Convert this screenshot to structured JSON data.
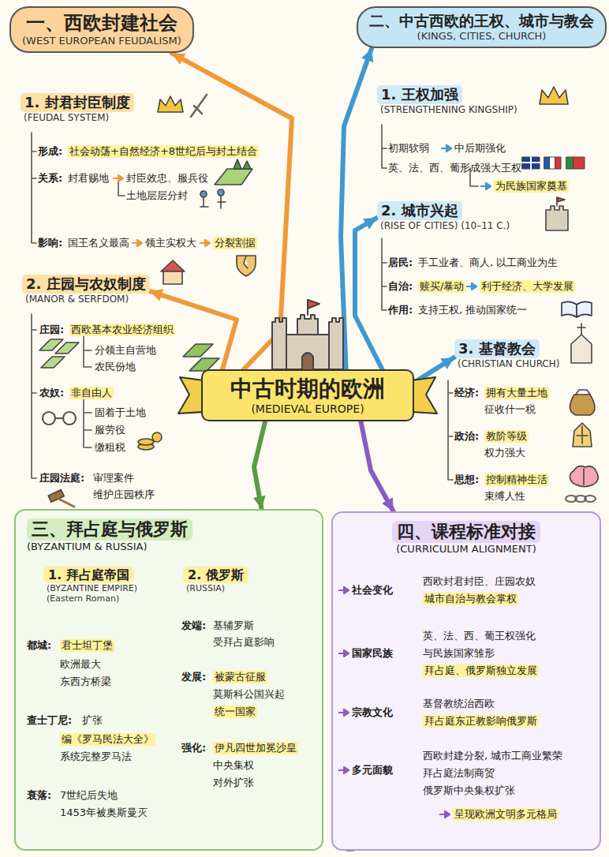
{
  "diagram": {
    "nodes": [
      {
        "text": [
          "中古时期的欧洲",
          "(MEDIEVAL EUROPE)"
        ]
      },
      {
        "text": [
          "一、西欧封建社会",
          "(WEST EUROPEAN FEUDALISM)"
        ]
      },
      {
        "text": [
          "1. 封君封臣制度",
          "(FEUDAL SYSTEM)"
        ]
      },
      {
        "text": [
          "2. 庄园与农奴制度",
          "(MANOR & SERFDOM)"
        ]
      },
      {
        "text": [
          "二、中古西欧的王权、城市与教会",
          "(KINGS, CITIES, CHURCH)"
        ]
      },
      {
        "text": [
          "1. 王权加强",
          "(STRENGTHENING KINGSHIP)"
        ]
      },
      {
        "text": [
          "2. 城市兴起",
          "(RISE OF CITIES) (10–11 C.)"
        ]
      },
      {
        "text": [
          "3. 基督教会",
          "(CHRISTIAN CHURCH)"
        ]
      },
      {
        "text": [
          "三、拜占庭与俄罗斯",
          "(BYZANTIUM & RUSSIA)"
        ]
      },
      {
        "text": [
          "1. 拜占庭帝国",
          "(BYZANTINE EMPIRE)",
          "(Eastern Roman)"
        ],
        "in": 8
      },
      {
        "text": [
          "2. 俄罗斯",
          "(RUSSIA)"
        ],
        "in": 8
      },
      {
        "text": [
          "四、课程标准对接",
          "(CURRICULUM ALIGNMENT)"
        ]
      }
    ],
    "edges": [
      {
        "from": 0,
        "to": 1,
        "arrow": "to"
      },
      {
        "from": 0,
        "to": 3,
        "arrow": "to"
      },
      {
        "from": 0,
        "to": 4,
        "arrow": "to"
      },
      {
        "from": 0,
        "to": 6,
        "arrow": "to"
      },
      {
        "from": 0,
        "to": 7,
        "arrow": "to"
      },
      {
        "from": 0,
        "to": 8,
        "arrow": "to"
      },
      {
        "from": 0,
        "to": 11,
        "arrow": "to"
      }
    ],
    "labels": [
      "形成:",
      "社会动荡+自然经济+8世纪后与封土结合",
      "关系:",
      "封君赐地",
      "封臣效忠、服兵役",
      "土地层层分封",
      "影响:",
      "国王名义最高",
      "领主实权大",
      "分裂割据",
      "庄园:",
      "西欧基本农业经济组织",
      "分领主自营地",
      "农民份地",
      "农奴:",
      "非自由人",
      "固着于土地",
      "服劳役",
      "缴租税",
      "庄园法庭:",
      "审理案件",
      "维护庄园秩序",
      "初期软弱",
      "中后期强化",
      "英、法、西、葡形成强大王权",
      "为民族国家奠基",
      "居民:",
      "手工业者、商人, 以工商业为生",
      "自治:",
      "赎买/暴动",
      "利于经济、大学发展",
      "作用:",
      "支持王权, 推动国家统一",
      "经济:",
      "拥有大量土地",
      "征收什一税",
      "政治:",
      "教阶等级",
      "权力强大",
      "思想:",
      "控制精神生活",
      "束缚人性",
      "都城:",
      "君士坦丁堡",
      "欧洲最大",
      "东西方桥梁",
      "查士丁尼:",
      "扩张",
      "编《罗马民法大全》",
      "系统完整罗马法",
      "衰落:",
      "7世纪后失地",
      "1453年被奥斯曼灭",
      "发端:",
      "基辅罗斯",
      "受拜占庭影响",
      "发展:",
      "被蒙古征服",
      "莫斯科公国兴起",
      "统一国家",
      "强化:",
      "伊凡四世加冕沙皇",
      "中央集权",
      "对外扩张",
      "社会变化",
      "西欧封君封臣、庄园农奴",
      "城市自治与教会掌权",
      "国家民族",
      "英、法、西、葡王权强化",
      "与民族国家雏形",
      "拜占庭、俄罗斯独立发展",
      "宗教文化",
      "基督教统治西欧",
      "拜占庭东正教影响俄罗斯",
      "多元面貌",
      "西欧封建分裂, 城市工商业繁荣",
      "拜占庭法制商贸",
      "俄罗斯中央集权扩张",
      "呈现欧洲文明多元格局"
    ]
  }
}
